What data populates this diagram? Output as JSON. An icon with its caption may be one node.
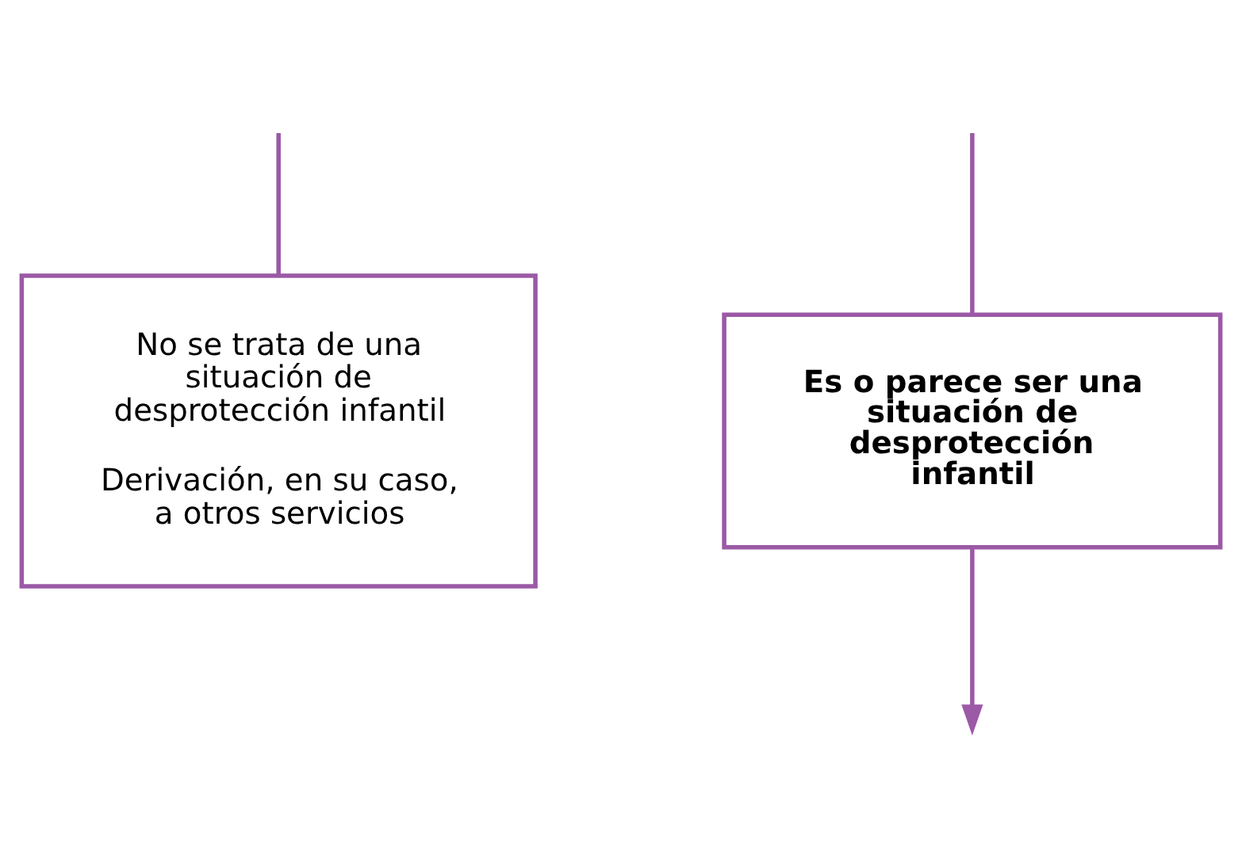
{
  "diagram": {
    "nodes": [
      {
        "text": [
          "No se trata de una situación de desprotección infantil",
          "Derivación, en su caso, a otros servicios"
        ]
      },
      {
        "text": [
          "Es o parece ser una situación de desprotección infantil"
        ]
      }
    ],
    "edges": [
      {
        "from": null,
        "to": 0,
        "arrow": "none"
      },
      {
        "from": null,
        "to": 1,
        "arrow": "none"
      },
      {
        "from": 1,
        "to": null,
        "arrow": "to"
      }
    ]
  }
}
